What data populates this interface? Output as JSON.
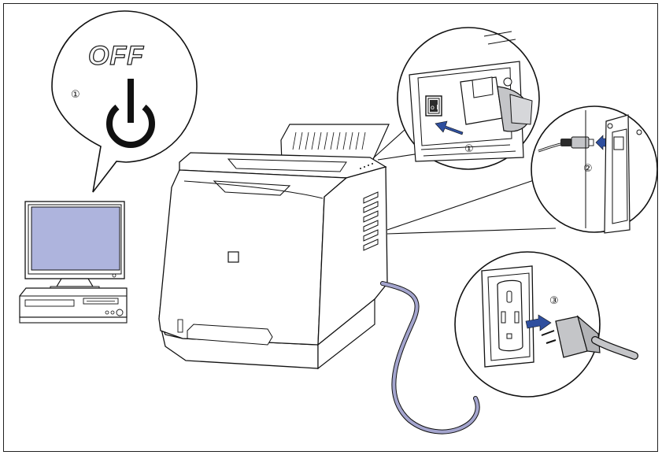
{
  "labels": {
    "off_text": "OFF",
    "step_1_callout": "①",
    "step_1_switch": "①",
    "step_2": "②",
    "step_3": "③"
  },
  "colors": {
    "arrow": "#2f4f9e",
    "monitor_screen": "#aeb4dd",
    "power_cord": "#a4a5ce",
    "plug_gray": "#c4c5c8"
  },
  "icons": [
    "power-icon",
    "monitor-icon",
    "printer-icon",
    "power-switch-icon",
    "usb-cable-icon",
    "wall-outlet-icon",
    "plug-icon",
    "arrow-icon"
  ]
}
